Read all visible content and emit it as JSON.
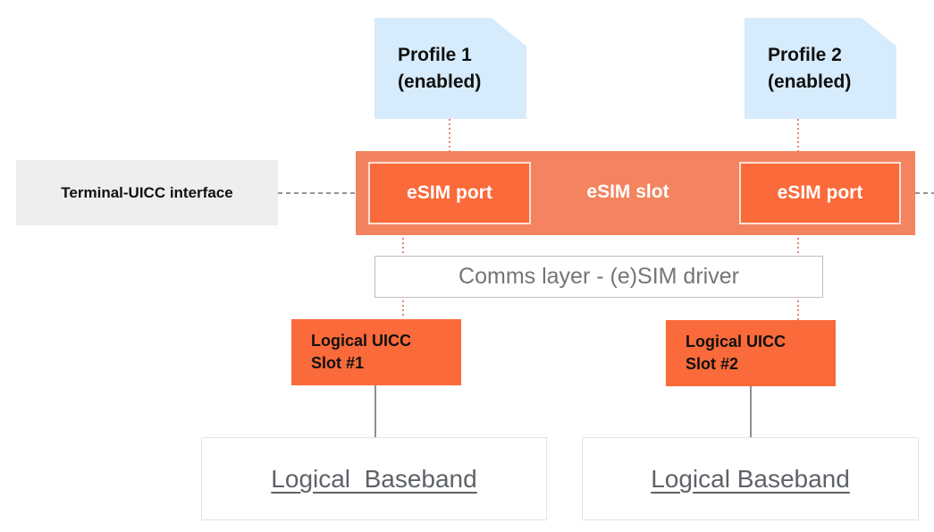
{
  "profiles": [
    {
      "label": "Profile 1\n(enabled)"
    },
    {
      "label": "Profile 2\n(enabled)"
    }
  ],
  "terminal_interface": {
    "label": "Terminal-UICC interface"
  },
  "esim_slot": {
    "label": "eSIM slot"
  },
  "esim_ports": [
    {
      "label": "eSIM port"
    },
    {
      "label": "eSIM port"
    }
  ],
  "comms_layer": {
    "label": "Comms layer - (e)SIM driver"
  },
  "logical_slots": [
    {
      "label": "Logical UICC\nSlot #1"
    },
    {
      "label": "Logical UICC\nSlot #2"
    }
  ],
  "basebands": [
    {
      "label": "Logical  Baseband"
    },
    {
      "label": "Logical Baseband"
    }
  ],
  "colors": {
    "profile_fill": "#d6ebfb",
    "slot_fill": "#f4845f",
    "port_fill": "#fb6a3a",
    "dotted_connector": "#e05a4a",
    "terminal_fill": "#eeeeee"
  }
}
